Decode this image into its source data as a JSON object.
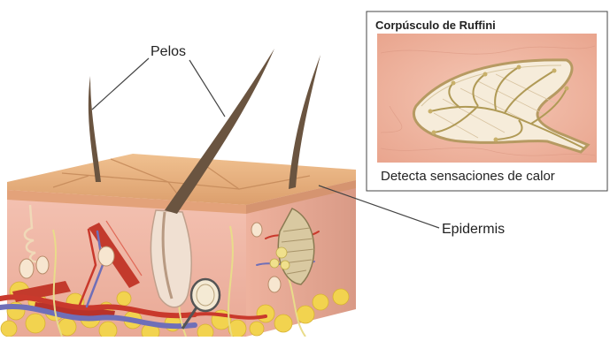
{
  "labels": {
    "hairs": "Pelos",
    "epidermis": "Epidermis"
  },
  "inset": {
    "title": "Corpúsculo de Ruffini",
    "caption": "Detecta sensaciones de calor"
  },
  "colors": {
    "skin_top": "#e7b07e",
    "dermis": "#f0b8a6",
    "fat": "#f2d34f",
    "muscle": "#c33a2c",
    "vessel_blue": "#6f6fb8",
    "hair": "#6a5440",
    "inset_bg": "#f1b9a4",
    "inset_border": "#444444"
  }
}
